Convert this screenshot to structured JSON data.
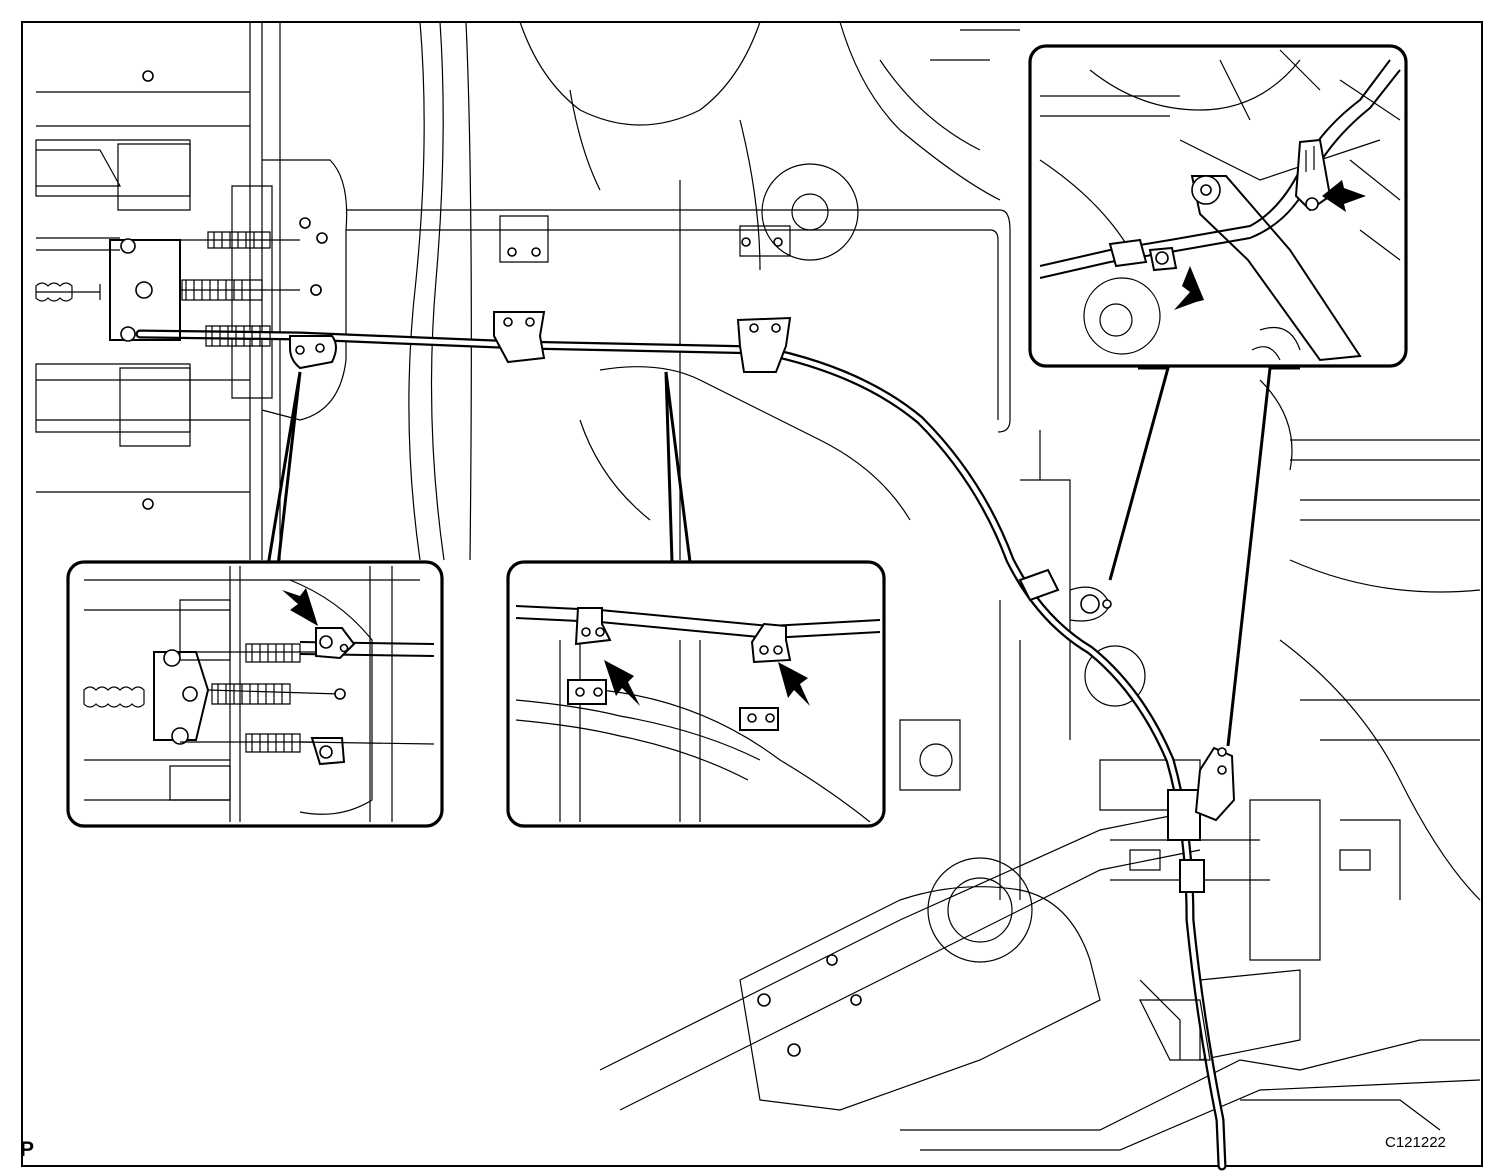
{
  "labels": {
    "view_marker": "P",
    "figure_id": "C121222"
  },
  "callouts": [
    {
      "name": "detail-rear-brake-connection",
      "arrows": 1
    },
    {
      "name": "detail-cable-brackets",
      "arrows": 2
    },
    {
      "name": "detail-cable-clamps-suspension",
      "arrows": 2
    }
  ],
  "colors": {
    "line": "#000000",
    "background": "#ffffff"
  }
}
